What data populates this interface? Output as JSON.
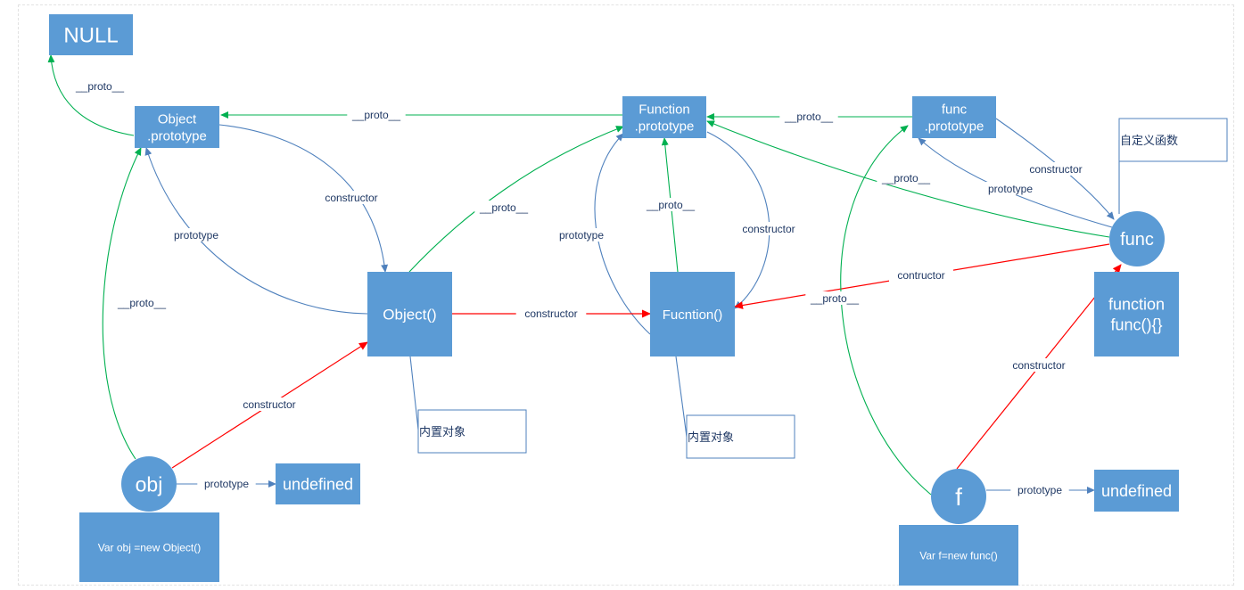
{
  "colors": {
    "node_fill": "#5b9bd5",
    "node_text": "#ffffff",
    "proto_edge": "#00b050",
    "constructor_edge": "#ff0000",
    "blue_edge": "#4f81bd",
    "edge_label": "#1f3864",
    "note_border": "#4f81bd",
    "note_text": "#1f3864"
  },
  "nodes": {
    "null": {
      "lines": [
        "NULL"
      ]
    },
    "object_proto": {
      "lines": [
        "Object",
        ".prototype"
      ]
    },
    "function_proto": {
      "lines": [
        "Function",
        ".prototype"
      ]
    },
    "func_proto": {
      "lines": [
        "func",
        ".prototype"
      ]
    },
    "object_ctor": {
      "lines": [
        "Object()"
      ]
    },
    "function_ctor": {
      "lines": [
        "Fucntion()"
      ]
    },
    "func_circle": {
      "lines": [
        "func"
      ]
    },
    "func_def": {
      "lines": [
        "function",
        "func(){}"
      ]
    },
    "obj_circle": {
      "lines": [
        "obj"
      ]
    },
    "undefined_obj": {
      "lines": [
        "undefined"
      ]
    },
    "obj_code": {
      "lines": [
        "Var obj =new Object()"
      ]
    },
    "f_circle": {
      "lines": [
        "f"
      ]
    },
    "undefined_f": {
      "lines": [
        "undefined"
      ]
    },
    "f_code": {
      "lines": [
        "Var f=new func()"
      ]
    }
  },
  "notes": {
    "note_custom": {
      "text": "自定义函数"
    },
    "note_builtin_object": {
      "text": "内置对象"
    },
    "note_builtin_function": {
      "text": "内置对象"
    }
  },
  "edges": [
    {
      "id": "e-objproto-null",
      "kind": "proto",
      "label": "__proto__"
    },
    {
      "id": "e-funcproto-objproto",
      "kind": "proto",
      "label": "__proto__"
    },
    {
      "id": "e-userfuncproto-funcproto",
      "kind": "proto",
      "label": "__proto__"
    },
    {
      "id": "e-objproto-objectctor",
      "kind": "blue",
      "label": "constructor"
    },
    {
      "id": "e-objectctor-objproto",
      "kind": "blue",
      "label": "prototype"
    },
    {
      "id": "e-obj-objproto",
      "kind": "proto",
      "label": "__proto__"
    },
    {
      "id": "e-objectctor-funcproto",
      "kind": "proto",
      "label": "__proto__"
    },
    {
      "id": "e-functionctor-funcproto-proto",
      "kind": "proto",
      "label": "__proto__"
    },
    {
      "id": "e-functionctor-funcproto-prototype",
      "kind": "blue",
      "label": "prototype"
    },
    {
      "id": "e-funcproto-functionctor-constructor",
      "kind": "blue",
      "label": "constructor"
    },
    {
      "id": "e-objectctor-functionctor",
      "kind": "constructor",
      "label": "constructor"
    },
    {
      "id": "e-obj-objectctor",
      "kind": "constructor",
      "label": "constructor"
    },
    {
      "id": "e-obj-undefined",
      "kind": "blue",
      "label": "prototype"
    },
    {
      "id": "e-funccircle-funcproto",
      "kind": "proto",
      "label": "__proto__"
    },
    {
      "id": "e-funccircle-userfuncproto",
      "kind": "blue",
      "label": "prototype"
    },
    {
      "id": "e-userfuncproto-funccircle",
      "kind": "blue",
      "label": "constructor"
    },
    {
      "id": "e-funccircle-functionctor",
      "kind": "constructor",
      "label": "contructor"
    },
    {
      "id": "e-f-funccircle",
      "kind": "constructor",
      "label": "constructor"
    },
    {
      "id": "e-f-userfuncproto",
      "kind": "proto",
      "label": "__proto__"
    },
    {
      "id": "e-f-undefined",
      "kind": "blue",
      "label": "prototype"
    },
    {
      "id": "e-objectctor-note",
      "kind": "blue",
      "label": ""
    },
    {
      "id": "e-functionctor-note",
      "kind": "blue",
      "label": ""
    },
    {
      "id": "e-funcdef-note",
      "kind": "blue",
      "label": ""
    }
  ]
}
